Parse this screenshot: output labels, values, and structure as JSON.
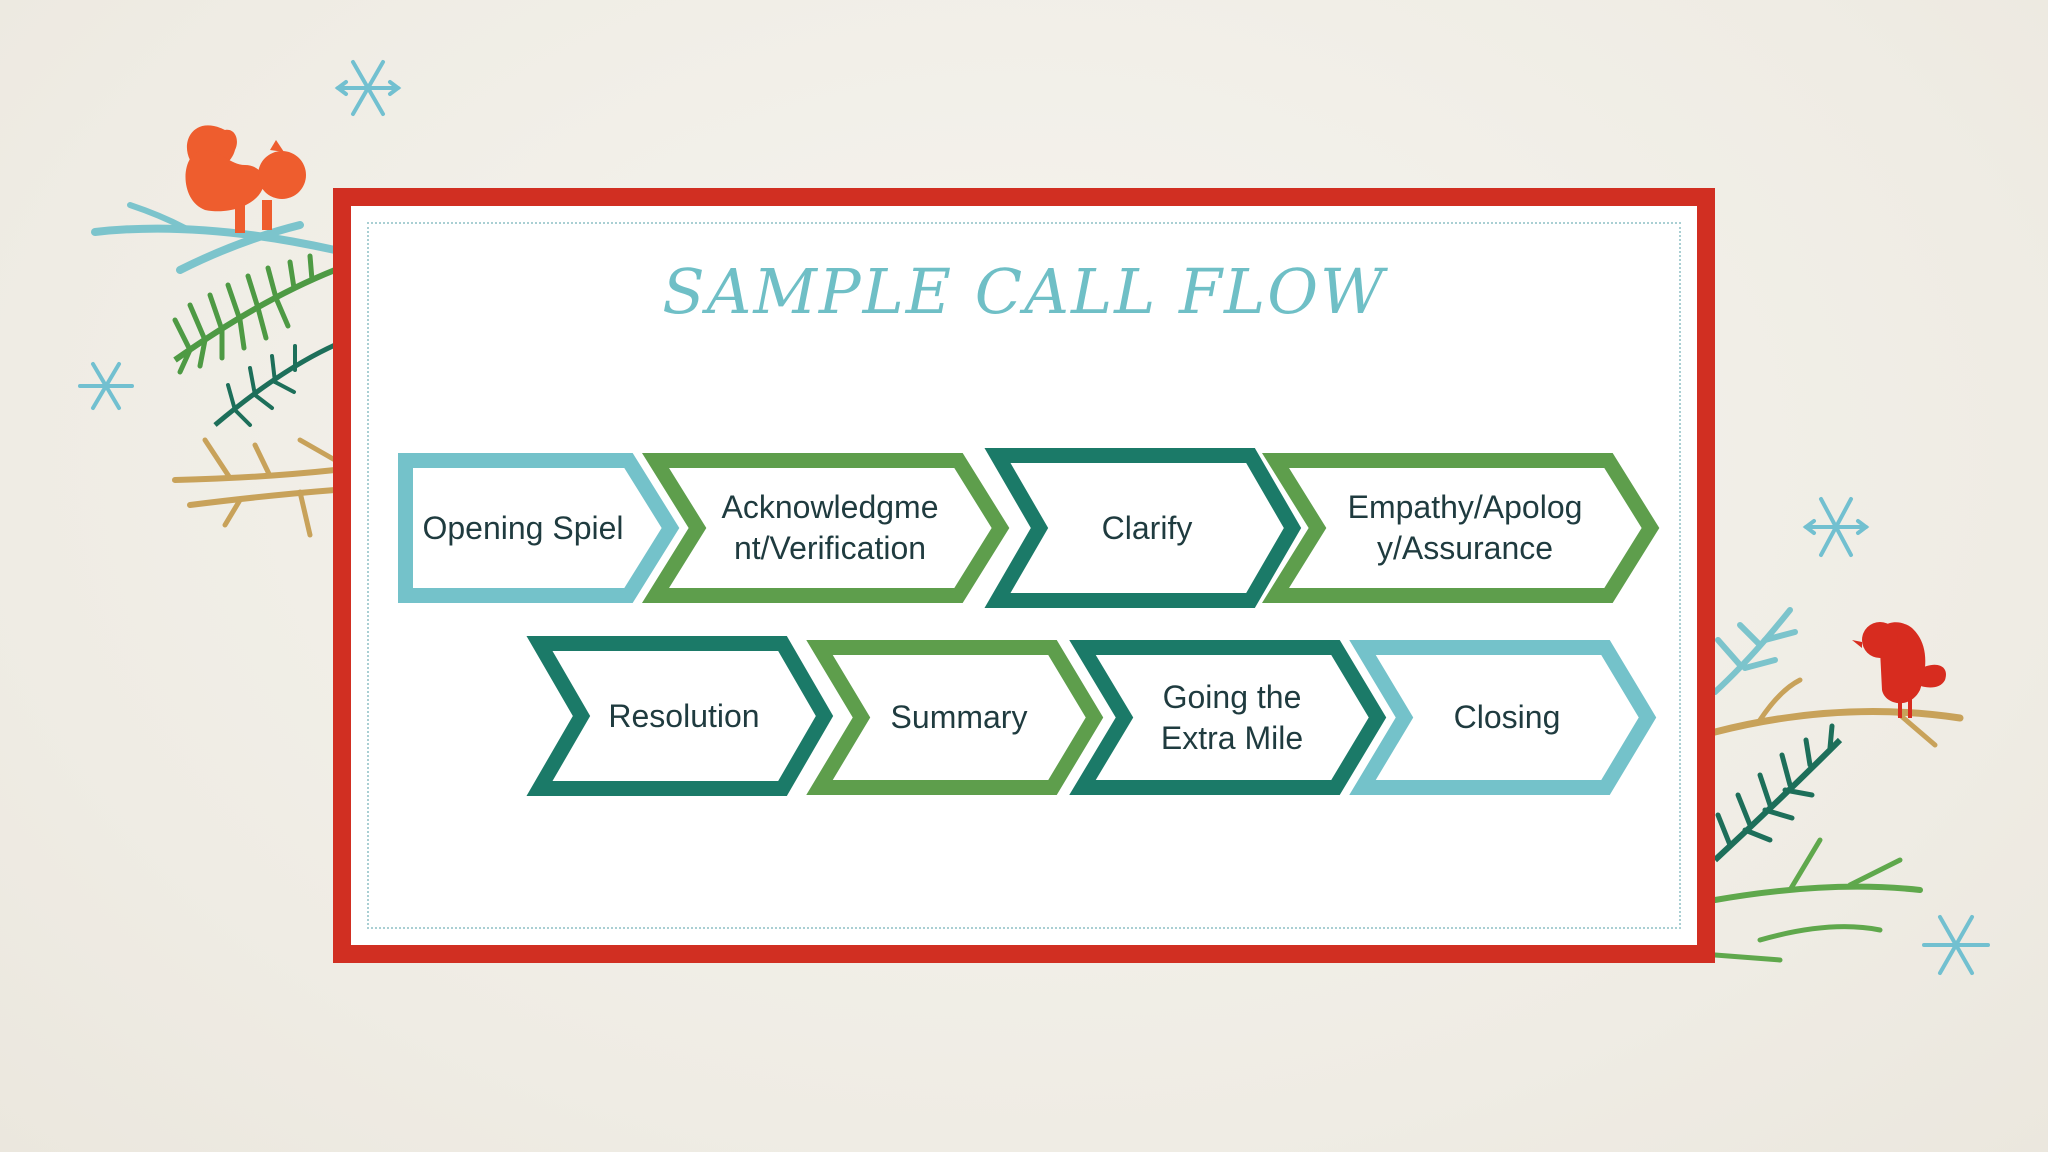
{
  "slide": {
    "title": "SAMPLE CALL FLOW"
  },
  "steps": [
    {
      "label": "Opening Spiel",
      "color": "#74c2ca"
    },
    {
      "label": "Acknowledgme\nnt/Verification",
      "color": "#5e9e4c"
    },
    {
      "label": "Clarify",
      "color": "#1b7a68"
    },
    {
      "label": "Empathy/Apolog\ny/Assurance",
      "color": "#5e9e4c"
    },
    {
      "label": "Resolution",
      "color": "#1b7a68"
    },
    {
      "label": "Summary",
      "color": "#5e9e4c"
    },
    {
      "label": "Going the\nExtra Mile",
      "color": "#1b7a68"
    },
    {
      "label": "Closing",
      "color": "#74c2ca"
    }
  ],
  "icons": [
    "squirrel-icon",
    "bird-icon",
    "snowflake-icon",
    "pine-branch-icon"
  ],
  "colors": {
    "frame": "#d12f22",
    "title": "#6fbfc6",
    "light_teal": "#74c2ca",
    "green": "#5e9e4c",
    "dark_teal": "#1b7a68"
  }
}
